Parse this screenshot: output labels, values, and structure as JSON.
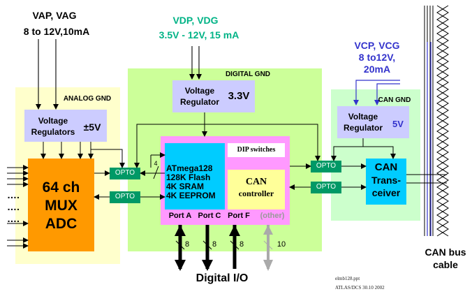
{
  "supplies": {
    "analog_l1": "VAP, VAG",
    "analog_l2": "8 to 12V,10mA",
    "digital_l1": "VDP, VDG",
    "digital_l2": "3.5V - 12V, 15 mA",
    "can_l1": "VCP, VCG",
    "can_l2": "8 to12V,",
    "can_l3": "20mA"
  },
  "zones": {
    "analog": "ANALOG GND",
    "digital": "DIGITAL GND",
    "can": "CAN GND"
  },
  "blocks": {
    "vreg_analog_l1": "Voltage",
    "vreg_analog_l2": "Regulators",
    "vreg_analog_v": "±5V",
    "vreg_digital_l1": "Voltage",
    "vreg_digital_l2": "Regulator",
    "vreg_digital_v": "3.3V",
    "vreg_can_l1": "Voltage",
    "vreg_can_l2": "Regulator",
    "vreg_can_v": "5V",
    "adc_l1": "64 ch",
    "adc_l2": "MUX",
    "adc_l3": "ADC",
    "mcu_l1": "ATmega128",
    "mcu_l2": "128K Flash",
    "mcu_l3": "4K SRAM",
    "mcu_l4": "4K EEPROM",
    "dip": "DIP switches",
    "can_ctrl_l1": "CAN",
    "can_ctrl_l2": "controller",
    "transceiver_l1": "CAN",
    "transceiver_l2": "Trans-",
    "transceiver_l3": "ceiver",
    "opto": "OPTO"
  },
  "ports": {
    "a": "Port A",
    "c": "Port C",
    "f": "Port F",
    "other": "(other)"
  },
  "bus_widths": {
    "opto_bus": "4",
    "port_a": "8",
    "port_c": "8",
    "port_f": "8",
    "other": "10"
  },
  "labels": {
    "dots": "….",
    "digital_io": "Digital I/O",
    "can_bus_l1": "CAN bus",
    "can_bus_l2": "cable",
    "footer_file": "elmb128.ppt",
    "footer_ref": "ATLAS/DCS 30.10 2002"
  },
  "colors": {
    "analog_zone": "#ffffcc",
    "digital_zone": "#ccff99",
    "can_zone": "#ccffcc",
    "regulator": "#ccccff",
    "adc": "#ff9900",
    "mcu_board": "#ff99ff",
    "mcu_chip": "#00ccff",
    "can_controller": "#ffff99",
    "opto": "#009966",
    "digital_supply": "#00b386",
    "can_supply": "#3333cc"
  }
}
